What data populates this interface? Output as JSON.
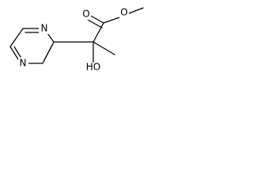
{
  "molecule": {
    "atoms": {
      "ester_oxygen_carbonyl": "O",
      "ester_oxygen_single": "O",
      "pyrazine_nitrogen_top": "N",
      "pyrazine_nitrogen_bottom": "N",
      "hydroxyl_group": "HO"
    }
  }
}
